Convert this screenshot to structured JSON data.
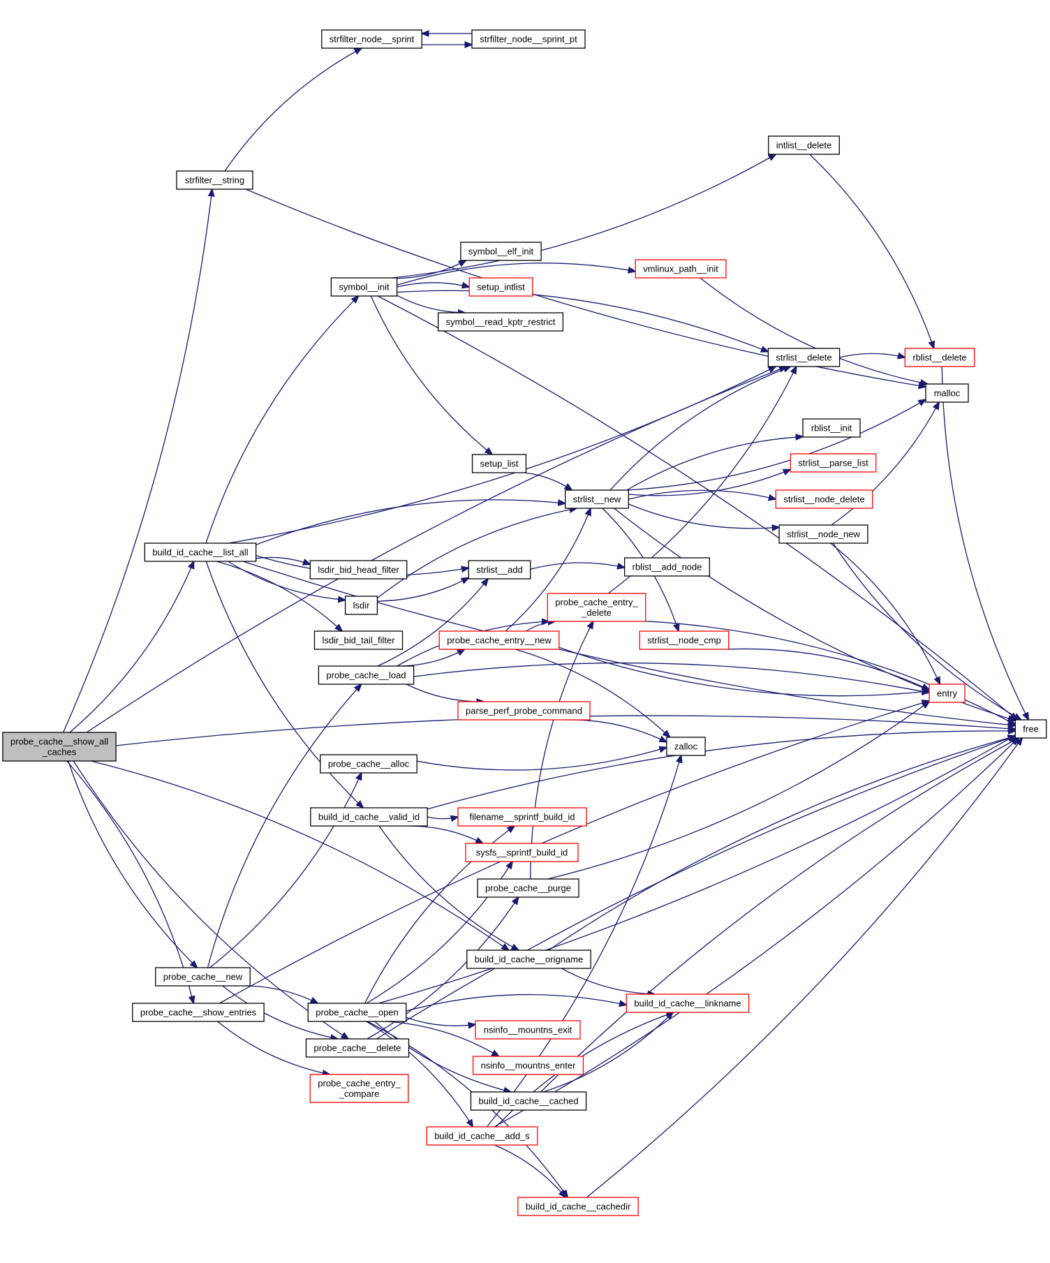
{
  "title": "probe_cache__show_all_caches call graph",
  "colors": {
    "edge": "#191970",
    "root_fill": "#bfbfbf",
    "node_border": "#000000",
    "truncated_border": "#ff0000"
  },
  "nodes": [
    {
      "id": "root",
      "lines": [
        "probe_cache__show_all",
        "_caches"
      ],
      "style": "root"
    },
    {
      "id": "strfilter_node__sprint",
      "lines": [
        "strfilter_node__sprint"
      ],
      "style": "black"
    },
    {
      "id": "strfilter_node__sprint_pt",
      "lines": [
        "strfilter_node__sprint_pt"
      ],
      "style": "black"
    },
    {
      "id": "strfilter__string",
      "lines": [
        "strfilter__string"
      ],
      "style": "black"
    },
    {
      "id": "intlist__delete",
      "lines": [
        "intlist__delete"
      ],
      "style": "black"
    },
    {
      "id": "symbol__elf_init",
      "lines": [
        "symbol__elf_init"
      ],
      "style": "black"
    },
    {
      "id": "vmlinux_path__init",
      "lines": [
        "vmlinux_path__init"
      ],
      "style": "red"
    },
    {
      "id": "symbol__init",
      "lines": [
        "symbol__init"
      ],
      "style": "black"
    },
    {
      "id": "setup_intlist",
      "lines": [
        "setup_intlist"
      ],
      "style": "red"
    },
    {
      "id": "symbol__read_kptr_restrict",
      "lines": [
        "symbol__read_kptr_restrict"
      ],
      "style": "black"
    },
    {
      "id": "strlist__delete",
      "lines": [
        "strlist__delete"
      ],
      "style": "black"
    },
    {
      "id": "rblist__delete",
      "lines": [
        "rblist__delete"
      ],
      "style": "red"
    },
    {
      "id": "malloc",
      "lines": [
        "malloc"
      ],
      "style": "black"
    },
    {
      "id": "rblist__init",
      "lines": [
        "rblist__init"
      ],
      "style": "black"
    },
    {
      "id": "strlist__parse_list",
      "lines": [
        "strlist__parse_list"
      ],
      "style": "red"
    },
    {
      "id": "setup_list",
      "lines": [
        "setup_list"
      ],
      "style": "black"
    },
    {
      "id": "strlist__new",
      "lines": [
        "strlist__new"
      ],
      "style": "black"
    },
    {
      "id": "strlist__node_delete",
      "lines": [
        "strlist__node_delete"
      ],
      "style": "red"
    },
    {
      "id": "strlist__node_new",
      "lines": [
        "strlist__node_new"
      ],
      "style": "black"
    },
    {
      "id": "build_id_cache__list_all",
      "lines": [
        "build_id_cache__list_all"
      ],
      "style": "black"
    },
    {
      "id": "lsdir_bid_head_filter",
      "lines": [
        "lsdir_bid_head_filter"
      ],
      "style": "black"
    },
    {
      "id": "strlist__add",
      "lines": [
        "strlist__add"
      ],
      "style": "black"
    },
    {
      "id": "rblist__add_node",
      "lines": [
        "rblist__add_node"
      ],
      "style": "black"
    },
    {
      "id": "lsdir",
      "lines": [
        "lsdir"
      ],
      "style": "black"
    },
    {
      "id": "probe_cache_entry__delete",
      "lines": [
        "probe_cache_entry_",
        "_delete"
      ],
      "style": "red"
    },
    {
      "id": "lsdir_bid_tail_filter",
      "lines": [
        "lsdir_bid_tail_filter"
      ],
      "style": "black"
    },
    {
      "id": "probe_cache_entry__new",
      "lines": [
        "probe_cache_entry__new"
      ],
      "style": "red"
    },
    {
      "id": "strlist__node_cmp",
      "lines": [
        "strlist__node_cmp"
      ],
      "style": "red"
    },
    {
      "id": "probe_cache__load",
      "lines": [
        "probe_cache__load"
      ],
      "style": "black"
    },
    {
      "id": "entry",
      "lines": [
        "entry"
      ],
      "style": "red"
    },
    {
      "id": "parse_perf_probe_command",
      "lines": [
        "parse_perf_probe_command"
      ],
      "style": "red"
    },
    {
      "id": "free",
      "lines": [
        "free"
      ],
      "style": "black"
    },
    {
      "id": "zalloc",
      "lines": [
        "zalloc"
      ],
      "style": "black"
    },
    {
      "id": "probe_cache__alloc",
      "lines": [
        "probe_cache__alloc"
      ],
      "style": "black"
    },
    {
      "id": "build_id_cache__valid_id",
      "lines": [
        "build_id_cache__valid_id"
      ],
      "style": "black"
    },
    {
      "id": "filename__sprintf_build_id",
      "lines": [
        "filename__sprintf_build_id"
      ],
      "style": "red"
    },
    {
      "id": "sysfs__sprintf_build_id",
      "lines": [
        "sysfs__sprintf_build_id"
      ],
      "style": "red"
    },
    {
      "id": "probe_cache__purge",
      "lines": [
        "probe_cache__purge"
      ],
      "style": "black"
    },
    {
      "id": "build_id_cache__origname",
      "lines": [
        "build_id_cache__origname"
      ],
      "style": "black"
    },
    {
      "id": "probe_cache__new",
      "lines": [
        "probe_cache__new"
      ],
      "style": "black"
    },
    {
      "id": "build_id_cache__linkname",
      "lines": [
        "build_id_cache__linkname"
      ],
      "style": "red"
    },
    {
      "id": "probe_cache__show_entries",
      "lines": [
        "probe_cache__show_entries"
      ],
      "style": "black"
    },
    {
      "id": "probe_cache__open",
      "lines": [
        "probe_cache__open"
      ],
      "style": "black"
    },
    {
      "id": "nsinfo__mountns_exit",
      "lines": [
        "nsinfo__mountns_exit"
      ],
      "style": "red"
    },
    {
      "id": "probe_cache__delete",
      "lines": [
        "probe_cache__delete"
      ],
      "style": "black"
    },
    {
      "id": "nsinfo__mountns_enter",
      "lines": [
        "nsinfo__mountns_enter"
      ],
      "style": "red"
    },
    {
      "id": "probe_cache_entry__compare",
      "lines": [
        "probe_cache_entry_",
        "_compare"
      ],
      "style": "red"
    },
    {
      "id": "build_id_cache__cached",
      "lines": [
        "build_id_cache__cached"
      ],
      "style": "black"
    },
    {
      "id": "build_id_cache__add_s",
      "lines": [
        "build_id_cache__add_s"
      ],
      "style": "red"
    },
    {
      "id": "build_id_cache__cachedir",
      "lines": [
        "build_id_cache__cachedir"
      ],
      "style": "red"
    }
  ],
  "edges": [
    [
      "root",
      "free"
    ],
    [
      "root",
      "strfilter__string"
    ],
    [
      "root",
      "strlist__delete"
    ],
    [
      "root",
      "build_id_cache__list_all"
    ],
    [
      "root",
      "build_id_cache__origname"
    ],
    [
      "root",
      "probe_cache__new"
    ],
    [
      "root",
      "probe_cache__show_entries"
    ],
    [
      "root",
      "probe_cache__delete"
    ],
    [
      "strfilter__string",
      "strfilter_node__sprint"
    ],
    [
      "strfilter__string",
      "malloc"
    ],
    [
      "strfilter_node__sprint",
      "strfilter_node__sprint_pt"
    ],
    [
      "strfilter_node__sprint_pt",
      "strfilter_node__sprint"
    ],
    [
      "symbol__init",
      "free"
    ],
    [
      "symbol__init",
      "intlist__delete"
    ],
    [
      "symbol__init",
      "vmlinux_path__init"
    ],
    [
      "symbol__init",
      "symbol__elf_init"
    ],
    [
      "symbol__init",
      "setup_intlist"
    ],
    [
      "symbol__init",
      "symbol__read_kptr_restrict"
    ],
    [
      "symbol__init",
      "strlist__delete"
    ],
    [
      "symbol__init",
      "setup_list"
    ],
    [
      "intlist__delete",
      "rblist__delete"
    ],
    [
      "vmlinux_path__init",
      "malloc"
    ],
    [
      "strlist__delete",
      "rblist__delete"
    ],
    [
      "rblist__delete",
      "free"
    ],
    [
      "setup_list",
      "strlist__new"
    ],
    [
      "strlist__new",
      "malloc"
    ],
    [
      "strlist__new",
      "rblist__init"
    ],
    [
      "strlist__new",
      "strlist__parse_list"
    ],
    [
      "strlist__new",
      "strlist__node_delete"
    ],
    [
      "strlist__new",
      "strlist__node_new"
    ],
    [
      "strlist__new",
      "strlist__node_cmp"
    ],
    [
      "strlist__new",
      "free"
    ],
    [
      "strlist__new",
      "strlist__delete"
    ],
    [
      "strlist__node_new",
      "malloc"
    ],
    [
      "strlist__node_new",
      "entry"
    ],
    [
      "strlist__node_new",
      "free"
    ],
    [
      "strlist__node_cmp",
      "entry"
    ],
    [
      "build_id_cache__list_all",
      "free"
    ],
    [
      "build_id_cache__list_all",
      "symbol__init"
    ],
    [
      "build_id_cache__list_all",
      "strlist__delete"
    ],
    [
      "build_id_cache__list_all",
      "strlist__new"
    ],
    [
      "build_id_cache__list_all",
      "strlist__add"
    ],
    [
      "build_id_cache__list_all",
      "lsdir_bid_head_filter"
    ],
    [
      "build_id_cache__list_all",
      "lsdir"
    ],
    [
      "build_id_cache__list_all",
      "lsdir_bid_tail_filter"
    ],
    [
      "build_id_cache__list_all",
      "build_id_cache__valid_id"
    ],
    [
      "lsdir",
      "strlist__new"
    ],
    [
      "lsdir",
      "strlist__add"
    ],
    [
      "strlist__add",
      "rblist__add_node"
    ],
    [
      "probe_cache_entry__delete",
      "strlist__delete"
    ],
    [
      "probe_cache_entry__delete",
      "free"
    ],
    [
      "probe_cache_entry__new",
      "strlist__new"
    ],
    [
      "probe_cache_entry__new",
      "probe_cache_entry__delete"
    ],
    [
      "probe_cache_entry__new",
      "entry"
    ],
    [
      "probe_cache_entry__new",
      "zalloc"
    ],
    [
      "probe_cache__load",
      "strlist__add"
    ],
    [
      "probe_cache__load",
      "probe_cache_entry__delete"
    ],
    [
      "probe_cache__load",
      "probe_cache_entry__new"
    ],
    [
      "probe_cache__load",
      "entry"
    ],
    [
      "probe_cache__load",
      "parse_perf_probe_command"
    ],
    [
      "parse_perf_probe_command",
      "zalloc"
    ],
    [
      "probe_cache__alloc",
      "zalloc"
    ],
    [
      "build_id_cache__valid_id",
      "free"
    ],
    [
      "build_id_cache__valid_id",
      "filename__sprintf_build_id"
    ],
    [
      "build_id_cache__valid_id",
      "sysfs__sprintf_build_id"
    ],
    [
      "build_id_cache__valid_id",
      "build_id_cache__origname"
    ],
    [
      "probe_cache__purge",
      "probe_cache_entry__delete"
    ],
    [
      "probe_cache__purge",
      "entry"
    ],
    [
      "build_id_cache__origname",
      "free"
    ],
    [
      "build_id_cache__origname",
      "build_id_cache__linkname"
    ],
    [
      "probe_cache__new",
      "probe_cache__load"
    ],
    [
      "probe_cache__new",
      "probe_cache__alloc"
    ],
    [
      "probe_cache__new",
      "probe_cache__open"
    ],
    [
      "probe_cache__new",
      "probe_cache__delete"
    ],
    [
      "probe_cache__show_entries",
      "entry"
    ],
    [
      "probe_cache__show_entries",
      "probe_cache_entry__compare"
    ],
    [
      "probe_cache__open",
      "filename__sprintf_build_id"
    ],
    [
      "probe_cache__open",
      "sysfs__sprintf_build_id"
    ],
    [
      "probe_cache__open",
      "build_id_cache__linkname"
    ],
    [
      "probe_cache__open",
      "nsinfo__mountns_exit"
    ],
    [
      "probe_cache__open",
      "nsinfo__mountns_enter"
    ],
    [
      "probe_cache__open",
      "build_id_cache__cached"
    ],
    [
      "probe_cache__open",
      "build_id_cache__add_s"
    ],
    [
      "probe_cache__open",
      "free"
    ],
    [
      "probe_cache__open",
      "build_id_cache__cachedir"
    ],
    [
      "probe_cache__delete",
      "probe_cache__purge"
    ],
    [
      "probe_cache__delete",
      "free"
    ],
    [
      "build_id_cache__cached",
      "build_id_cache__linkname"
    ],
    [
      "build_id_cache__cached",
      "free"
    ],
    [
      "build_id_cache__add_s",
      "zalloc"
    ],
    [
      "build_id_cache__add_s",
      "build_id_cache__linkname"
    ],
    [
      "build_id_cache__add_s",
      "free"
    ],
    [
      "build_id_cache__add_s",
      "build_id_cache__cachedir"
    ],
    [
      "build_id_cache__cachedir",
      "free"
    ]
  ]
}
